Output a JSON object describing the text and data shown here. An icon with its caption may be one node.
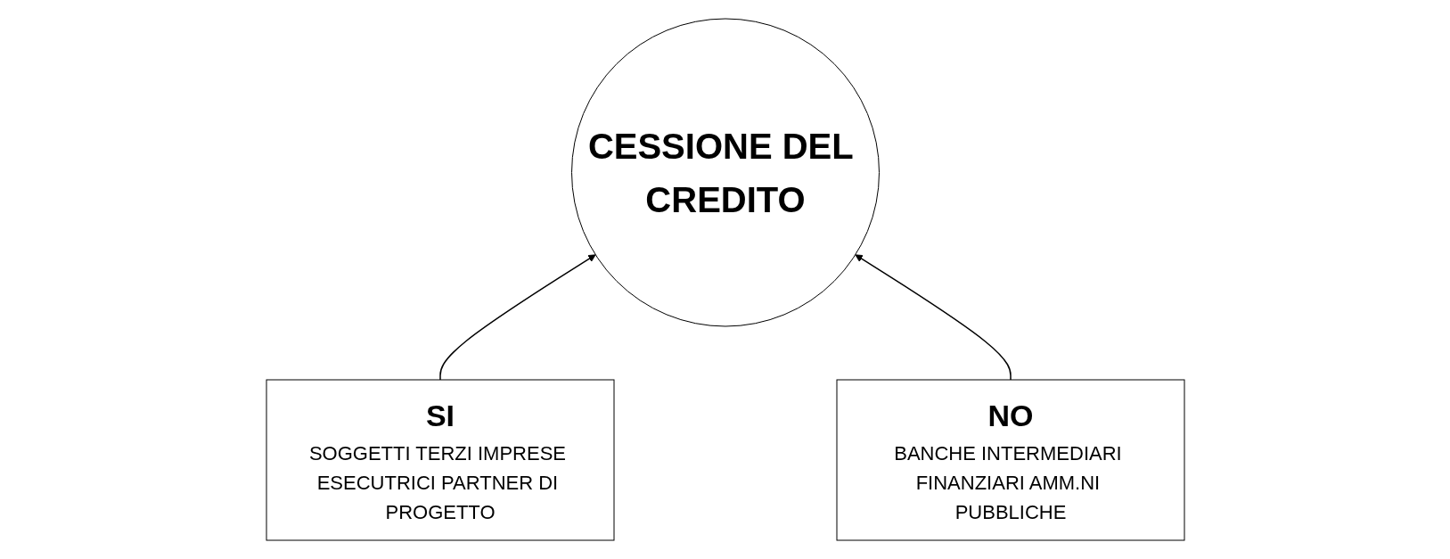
{
  "diagram": {
    "nodes": [
      {
        "text": [
          "CESSIONE DEL CREDITO"
        ]
      },
      {
        "text": [
          "SI",
          "SOGGETTI TERZI IMPRESE ESECUTRICI PARTNER DI PROGETTO"
        ]
      },
      {
        "text": [
          "NO",
          "BANCHE INTERMEDIARI FINANZIARI AMM.NI PUBBLICHE"
        ]
      }
    ],
    "edges": [
      {
        "from": 1,
        "to": 0,
        "arrow": "to"
      },
      {
        "from": 2,
        "to": 0,
        "arrow": "to"
      }
    ]
  }
}
